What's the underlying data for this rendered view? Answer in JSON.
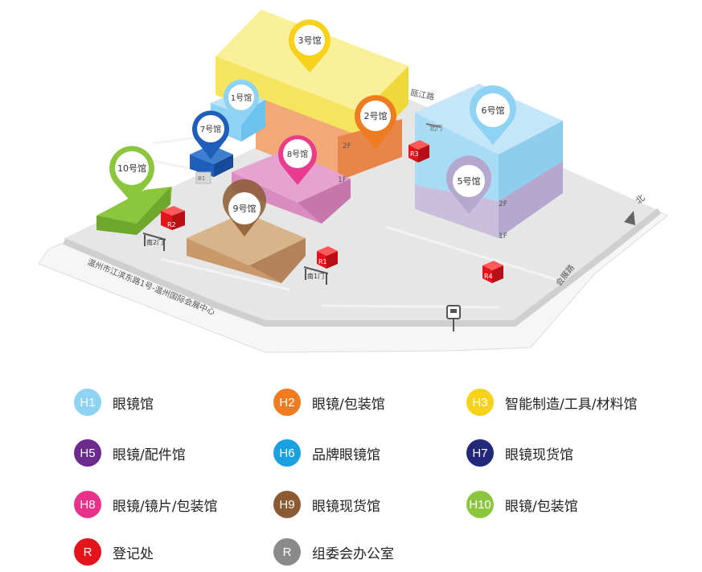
{
  "map": {
    "halls": {
      "h1": "1号馆",
      "h2": "2号馆",
      "h3": "3号馆",
      "h5": "5号馆",
      "h6": "6号馆",
      "h7": "7号馆",
      "h8": "8号馆",
      "h9": "9号馆",
      "h10": "10号馆"
    },
    "markers": {
      "r1": "R1",
      "r2": "R2",
      "r3": "R3",
      "r4": "R4"
    },
    "floors": {
      "f2_a": "2F",
      "f1_a": "1F",
      "f2_b": "2F",
      "f1_b": "1F"
    },
    "gates": {
      "south_a": "南2门",
      "south_b": "南1门",
      "north": "北门",
      "small": "B1"
    },
    "roads": {
      "south_road": "温州市江滨东路1号-温州国际会展中心",
      "west_road": "瓯江路",
      "east_road": "会展路"
    },
    "compass": "北"
  },
  "legend": [
    {
      "code": "H1",
      "label": "眼镜馆",
      "color": "#8fd3f4"
    },
    {
      "code": "H2",
      "label": "眼镜/包装馆",
      "color": "#f07c22"
    },
    {
      "code": "H3",
      "label": "智能制造/工具/材料馆",
      "color": "#f7d21c"
    },
    {
      "code": "H5",
      "label": "眼镜/配件馆",
      "color": "#6b2a8c"
    },
    {
      "code": "H6",
      "label": "品牌眼镜馆",
      "color": "#1ba0e2"
    },
    {
      "code": "H7",
      "label": "眼镜现货馆",
      "color": "#22287a"
    },
    {
      "code": "H8",
      "label": "眼镜/镜片/包装馆",
      "color": "#e8318a"
    },
    {
      "code": "H9",
      "label": "眼镜现货馆",
      "color": "#8b5a32"
    },
    {
      "code": "H10",
      "label": "眼镜/包装馆",
      "color": "#8cc63f"
    },
    {
      "code": "R",
      "label": "登记处",
      "color": "#e4141d"
    },
    {
      "code": "R",
      "label": "组委会办公室",
      "color": "#8a8a8a"
    }
  ]
}
